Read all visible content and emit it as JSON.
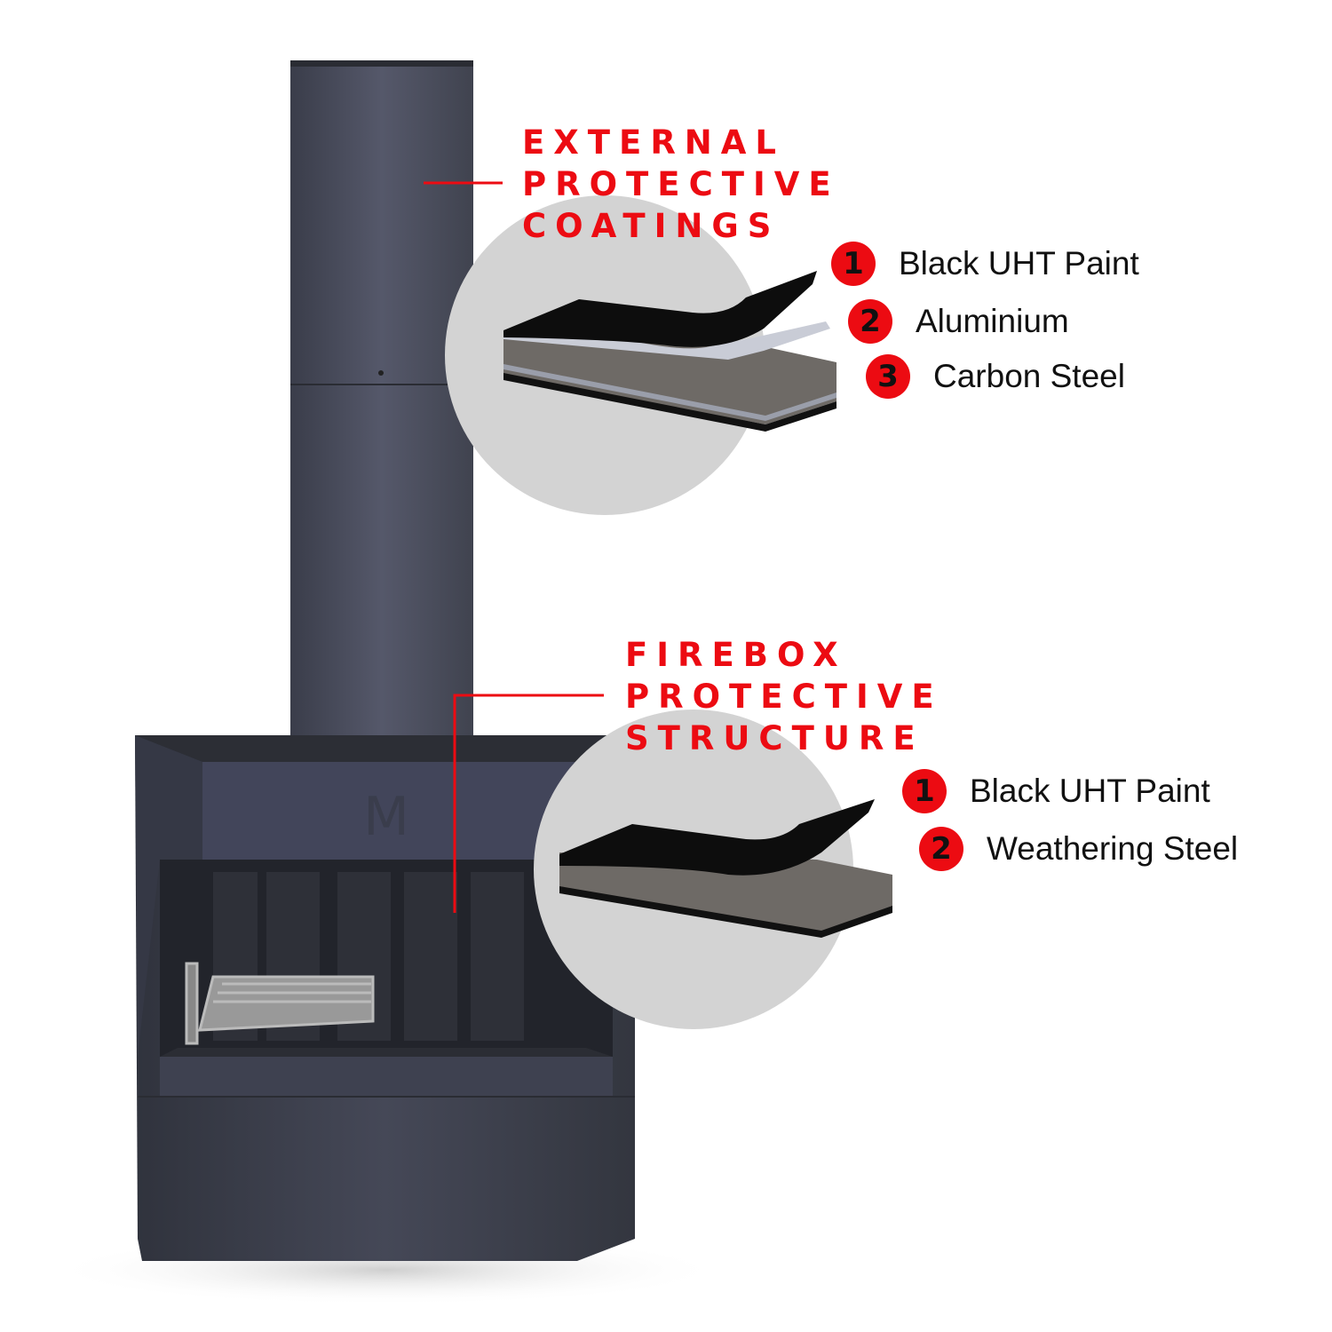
{
  "external": {
    "heading": [
      "EXTERNAL",
      "PROTECTIVE",
      "COATINGS"
    ],
    "layers": [
      {
        "number": "1",
        "label": "Black UHT Paint"
      },
      {
        "number": "2",
        "label": "Aluminium"
      },
      {
        "number": "3",
        "label": "Carbon Steel"
      }
    ]
  },
  "firebox": {
    "heading": [
      "FIREBOX",
      "PROTECTIVE",
      "STRUCTURE"
    ],
    "layers": [
      {
        "number": "1",
        "label": "Black UHT Paint"
      },
      {
        "number": "2",
        "label": "Weathering Steel"
      }
    ]
  },
  "colors": {
    "accent": "#ec0b12",
    "steel": "#3c3f4c",
    "callout": "#d3d3d3"
  }
}
